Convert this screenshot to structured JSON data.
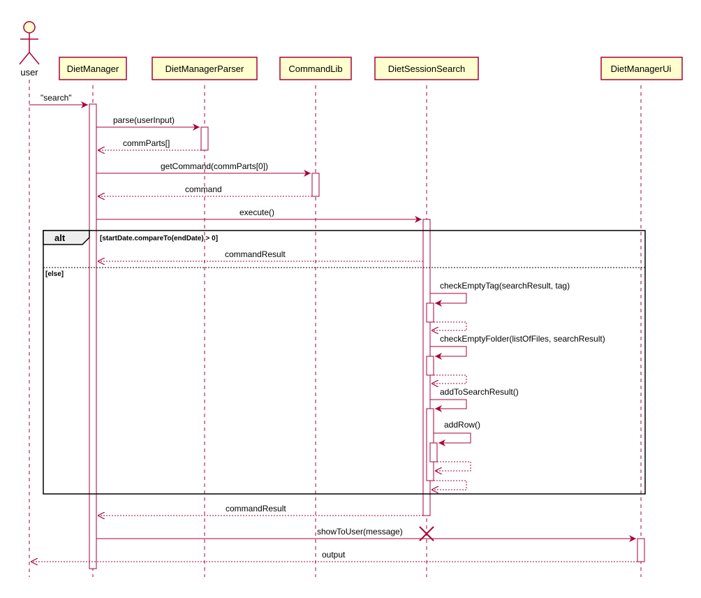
{
  "actor": {
    "name": "user",
    "icon": "stick-figure-icon"
  },
  "participants": [
    {
      "id": "dietmanager",
      "name": "DietManager"
    },
    {
      "id": "dietmanagerparser",
      "name": "DietManagerParser"
    },
    {
      "id": "commandlib",
      "name": "CommandLib"
    },
    {
      "id": "dietsessionsearch",
      "name": "DietSessionSearch"
    },
    {
      "id": "dietmanagerui",
      "name": "DietManagerUi"
    }
  ],
  "messages": [
    {
      "id": "m1",
      "label": "\"search\"",
      "from": "user",
      "to": "dietmanager",
      "type": "call"
    },
    {
      "id": "m2",
      "label": "parse(userInput)",
      "from": "dietmanager",
      "to": "dietmanagerparser",
      "type": "call"
    },
    {
      "id": "m3",
      "label": "commParts[]",
      "from": "dietmanagerparser",
      "to": "dietmanager",
      "type": "return"
    },
    {
      "id": "m4",
      "label": "getCommand(commParts[0])",
      "from": "dietmanager",
      "to": "commandlib",
      "type": "call"
    },
    {
      "id": "m5",
      "label": "command",
      "from": "commandlib",
      "to": "dietmanager",
      "type": "return"
    },
    {
      "id": "m6",
      "label": "execute()",
      "from": "dietmanager",
      "to": "dietsessionsearch",
      "type": "call"
    },
    {
      "id": "m7",
      "label": "commandResult",
      "from": "dietsessionsearch",
      "to": "dietmanager",
      "type": "return"
    },
    {
      "id": "m8",
      "label": "checkEmptyTag(searchResult, tag)",
      "from": "dietsessionsearch",
      "to": "dietsessionsearch",
      "type": "self"
    },
    {
      "id": "m9",
      "label": "checkEmptyFolder(listOfFiles, searchResult)",
      "from": "dietsessionsearch",
      "to": "dietsessionsearch",
      "type": "self"
    },
    {
      "id": "m10",
      "label": "addToSearchResult()",
      "from": "dietsessionsearch",
      "to": "dietsessionsearch",
      "type": "self"
    },
    {
      "id": "m11",
      "label": "addRow()",
      "from": "dietsessionsearch",
      "to": "dietsessionsearch",
      "type": "self"
    },
    {
      "id": "m12",
      "label": "commandResult",
      "from": "dietsessionsearch",
      "to": "dietmanager",
      "type": "return"
    },
    {
      "id": "m13",
      "label": "showToUser(message)",
      "from": "dietmanager",
      "to": "dietmanagerui",
      "type": "call"
    },
    {
      "id": "m14",
      "label": "output",
      "from": "dietmanagerui",
      "to": "user",
      "type": "return"
    }
  ],
  "fragment": {
    "operator": "alt",
    "guard_if": "[startDate.compareTo(endDate) > 0]",
    "guard_else": "[else]"
  },
  "colors": {
    "lifeline": "#a80036",
    "participant_fill": "#fefece",
    "frame": "#000000",
    "frame_tab": "#eeeeee"
  }
}
